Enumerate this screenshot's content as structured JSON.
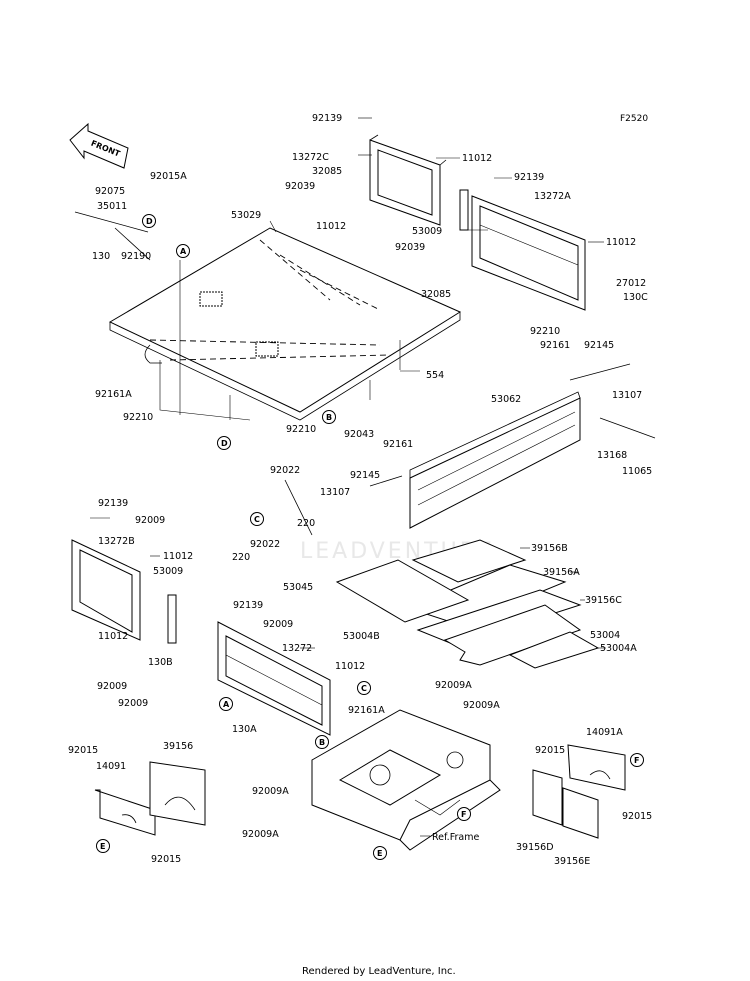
{
  "diagram_code": "F2520",
  "front_label": "FRONT",
  "watermark": "LEADVENTURE",
  "footer": "Rendered by LeadVenture, Inc.",
  "callouts": [
    "A",
    "B",
    "C",
    "D",
    "E",
    "F"
  ],
  "parts": [
    "92139",
    "13272C",
    "32085",
    "92039",
    "11012",
    "11012",
    "92139",
    "13272A",
    "53009",
    "11012",
    "92039",
    "32085",
    "27012",
    "130C",
    "92210",
    "92161",
    "92145",
    "13107",
    "53029",
    "92075",
    "92015A",
    "35011",
    "130",
    "92190",
    "92161A",
    "92210",
    "92210",
    "92043",
    "554",
    "53062",
    "13168",
    "11065",
    "92161",
    "92145",
    "13107",
    "92022",
    "220",
    "92022",
    "220",
    "53045",
    "92139",
    "92009",
    "13272B",
    "11012",
    "53009",
    "11012",
    "92009",
    "92009",
    "130B",
    "92139",
    "92009",
    "13272",
    "11012",
    "130A",
    "39156B",
    "39156A",
    "39156C",
    "53004B",
    "53004",
    "53004A",
    "92009A",
    "92161A",
    "92009A",
    "92015",
    "14091A",
    "92015",
    "92009A",
    "92009A",
    "Ref.Frame",
    "92015",
    "14091",
    "39156",
    "92015",
    "39156D",
    "39156E"
  ]
}
